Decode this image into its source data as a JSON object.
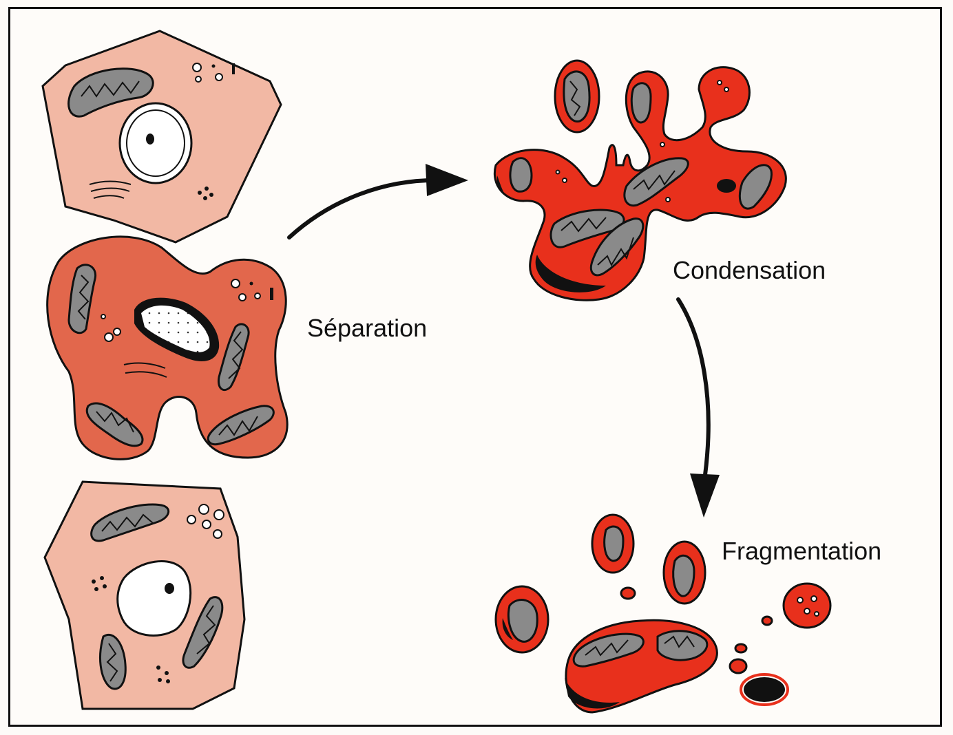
{
  "labels": {
    "separation": "Séparation",
    "condensation": "Condensation",
    "fragmentation": "Fragmentation"
  },
  "colors": {
    "normal_cell": "#f2b8a4",
    "apoptotic_cell": "#e2674c",
    "condensed_cell": "#e8301c",
    "mitochondria": "#8a8a8a",
    "outline": "#111111"
  }
}
